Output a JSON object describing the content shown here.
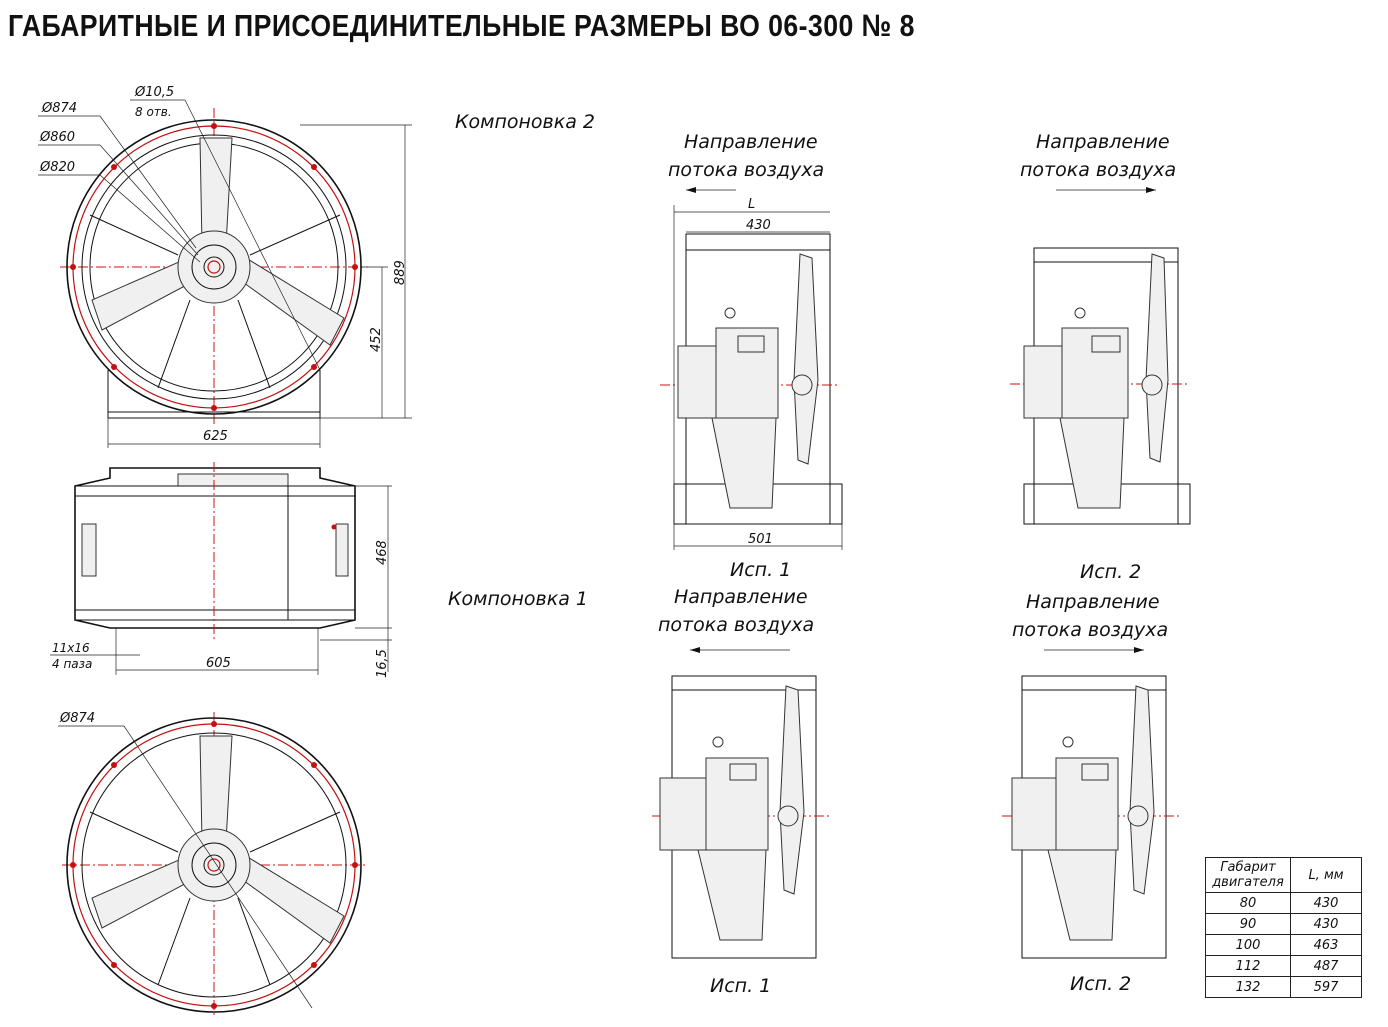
{
  "title": "ГАБАРИТНЫЕ И ПРИСОЕДИНИТЕЛЬНЫЕ РАЗМЕРЫ ВО 06-300 № 8",
  "labels": {
    "layout2": "Компоновка 2",
    "layout1": "Компоновка 1",
    "flow_line1": "Направление",
    "flow_line2": "потока воздуха",
    "isp1": "Исп. 1",
    "isp2": "Исп. 2"
  },
  "dims": {
    "d874": "Ø874",
    "d860": "Ø860",
    "d820": "Ø820",
    "d10_5": "Ø10,5",
    "holes": "8 отв.",
    "h889": "889",
    "h452": "452",
    "w625": "625",
    "h468": "468",
    "slot": "11х16",
    "slots": "4 паза",
    "w605": "605",
    "h16_5": "16,5",
    "L": "L",
    "l430": "430",
    "l501": "501"
  },
  "table": {
    "head": [
      "Габарит двигателя",
      "L, мм"
    ],
    "rows": [
      [
        "80",
        "430"
      ],
      [
        "90",
        "430"
      ],
      [
        "100",
        "463"
      ],
      [
        "112",
        "487"
      ],
      [
        "132",
        "597"
      ]
    ]
  }
}
